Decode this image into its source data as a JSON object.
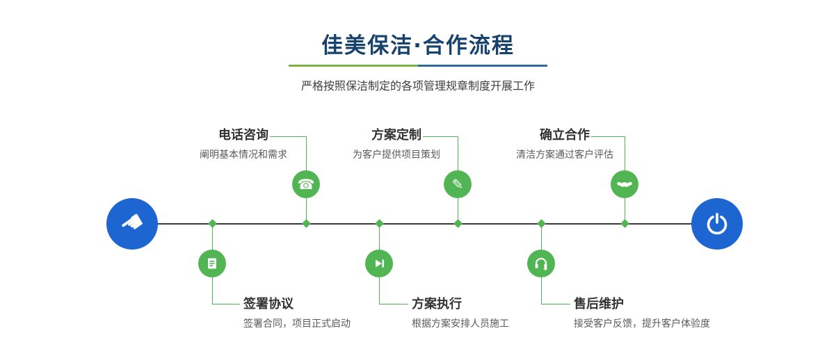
{
  "header": {
    "title": "佳美保洁·合作流程",
    "subtitle": "严格按照保洁制定的各项管理规章制度开展工作"
  },
  "glyphs": {
    "hand": "☚",
    "phone": "☎",
    "design": "✎"
  },
  "steps_top": [
    {
      "title": "电话咨询",
      "desc": "阐明基本情况和需求",
      "icon": "phone-icon"
    },
    {
      "title": "方案定制",
      "desc": "为客户提供项目策划",
      "icon": "design-tools-icon"
    },
    {
      "title": "确立合作",
      "desc": "清洁方案通过客户评估",
      "icon": "handshake-icon"
    }
  ],
  "steps_bottom": [
    {
      "title": "签署协议",
      "desc": "签署合同，项目正式启动",
      "icon": "contract-icon"
    },
    {
      "title": "方案执行",
      "desc": "根据方案安排人员施工",
      "icon": "play-icon"
    },
    {
      "title": "售后维护",
      "desc": "接受客户反馈，提升客户体验度",
      "icon": "headset-icon"
    }
  ],
  "colors": {
    "accent_green": "#52b553",
    "accent_blue": "#1d66d2",
    "title_navy": "#16426d",
    "divider_green": "#7cb342",
    "divider_blue": "#33699e",
    "line_dark": "#3a3a3a"
  }
}
